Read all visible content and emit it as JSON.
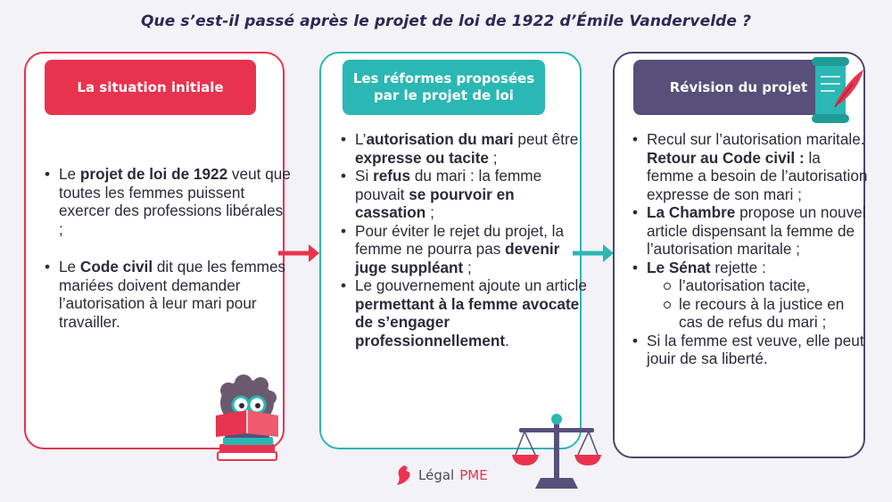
{
  "title": "Que s’est-il passé après le projet de loi de 1922 d’Émile Vandervelde ?",
  "colors": {
    "red": "#e8334f",
    "teal": "#2bb7b3",
    "purple": "#58507a",
    "background": "#f3f2f7"
  },
  "panels": [
    {
      "header": "La situation initiale",
      "items": [
        {
          "t1": "Le ",
          "b1": "projet de loi de 1922",
          "t2": " veut que toutes les femmes puissent exercer des professions libérales ;"
        },
        {
          "t1": "Le ",
          "b1": "Code civil",
          "t2": " dit que les femmes mariées doivent demander l’autorisation à leur mari pour travailler."
        }
      ]
    },
    {
      "header_line1": "Les réformes proposées",
      "header_line2": "par le projet de loi",
      "items": [
        {
          "t1": "L’",
          "b1": "autorisation du mari",
          "t2": " peut être ",
          "b2": "expresse ou tacite",
          "t3": " ;"
        },
        {
          "t1": "Si ",
          "b1": "refus",
          "t2": " du mari : la femme pouvait ",
          "b2": "se pourvoir en cassation",
          "t3": " ;"
        },
        {
          "t1": "Pour éviter le rejet du projet, la femme ne pourra pas ",
          "b1": "devenir juge suppléant",
          "t2": " ;"
        },
        {
          "t1": "Le gouvernement ajoute un article ",
          "b1": "permettant à la femme avocate de s’engager professionnellement",
          "t2": "."
        }
      ]
    },
    {
      "header": "Révision du projet",
      "items": [
        {
          "t1": "Recul sur l’autorisation maritale. ",
          "b1": "Retour au Code civil :",
          "t2": " la femme a besoin de l’autorisation expresse de son mari ;"
        },
        {
          "b1": "La Chambre",
          "t1": " propose un nouvel article dispensant la femme de l’autorisation maritale ;"
        },
        {
          "b1": "Le Sénat",
          "t1": " rejette :",
          "sub": [
            "l’autorisation tacite,",
            "le recours à la justice en cas de refus du mari ;"
          ]
        },
        {
          "t1": "Si la femme est veuve, elle peut jouir de sa liberté."
        }
      ]
    }
  ],
  "logo": {
    "text": "Légal",
    "accent": "PME"
  },
  "icons": [
    "reading-character-icon",
    "scales-of-justice-icon",
    "scroll-quill-icon",
    "logo-mark-icon"
  ]
}
